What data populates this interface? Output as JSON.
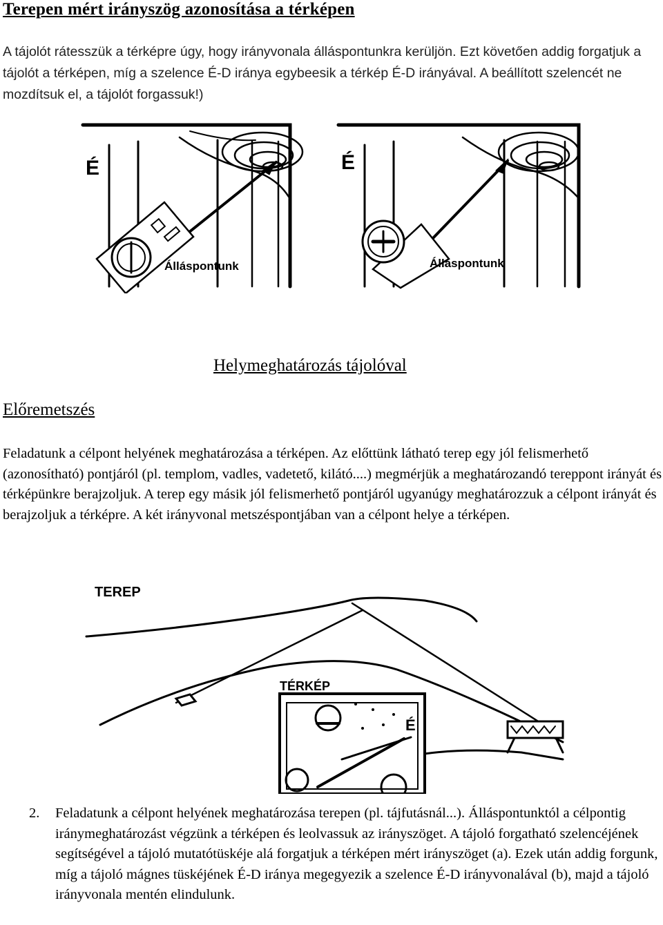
{
  "section1": {
    "title": "Terepen mért irányszög azonosítása a térképen",
    "paragraph": "A tájolót rátesszük a térképre úgy, hogy irányvonala álláspontunkra kerüljön. Ezt követően addig forgatjuk a tájolót a térképen, míg a szelence É-D iránya egybeesik a térkép É-D irányával. A beállított szelencét ne mozdítsuk el, a tájolót forgassuk!)"
  },
  "figure1": {
    "north_label_left": "É",
    "north_label_right": "É",
    "position_label_left": "Álláspontunk",
    "position_label_right": "Álláspontunk"
  },
  "section2": {
    "title": "Helymeghatározás tájolóval",
    "subtitle": "Előremetszés",
    "paragraph": "Feladatunk a célpont helyének meghatározása a térképen. Az előttünk látható terep egy jól felismerhető (azonosítható) pontjáról (pl. templom, vadles, vadetető, kilátó....) megmérjük a meghatározandó tereppont irányát és térképünkre berajzoljuk. A terep egy másik jól felismerhető pontjáról ugyanúgy meghatározzuk a célpont irányát és berajzoljuk a térképre. A két irányvonal metszéspontjában van a célpont helye a térképen."
  },
  "figure2": {
    "terrain_label": "TEREP",
    "map_label": "TÉRKÉP",
    "north_label": "É"
  },
  "section3": {
    "number": "2.",
    "paragraph": "Feladatunk a célpont helyének meghatározása terepen (pl. tájfutásnál...). Álláspontunktól a célpontig iránymeghatározást végzünk a térképen és leolvassuk az irányszöget. A tájoló forgatható szelencéjének segítségével a tájoló mutatótüskéje alá forgatjuk a térképen mért irányszöget (a). Ezek után addig forgunk, míg a tájoló mágnes tüskéjének É-D iránya megegyezik a szelence É-D irányvonalával (b), majd a tájoló irányvonala mentén elindulunk."
  }
}
